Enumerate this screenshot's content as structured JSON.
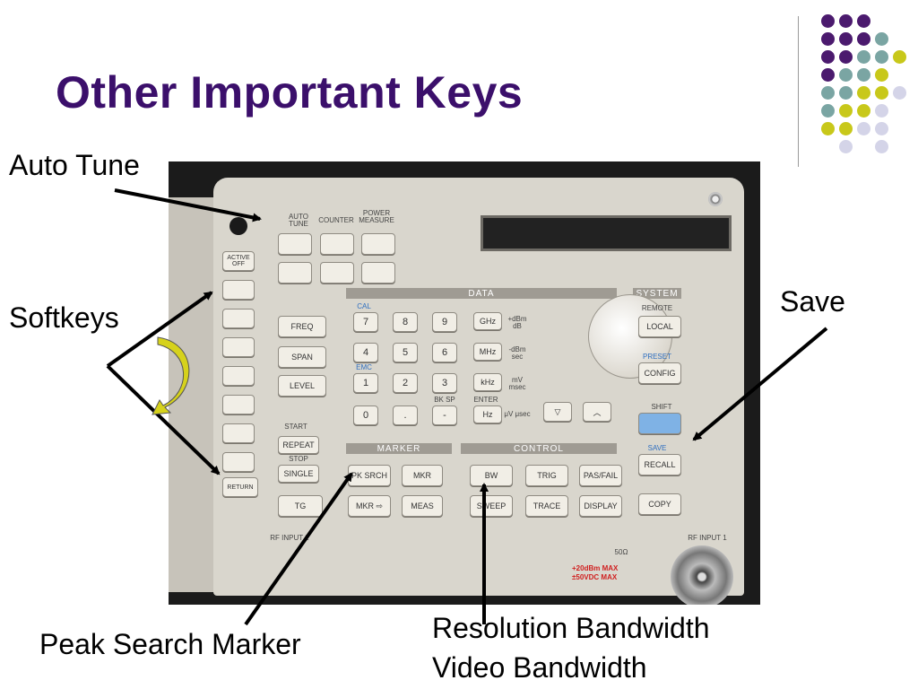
{
  "slide": {
    "title": "Other Important Keys"
  },
  "callouts": {
    "auto_tune": "Auto Tune",
    "softkeys": "Softkeys",
    "save": "Save",
    "peak_search": "Peak Search Marker",
    "rbw_line1": "Resolution Bandwidth",
    "rbw_line2": "Video Bandwidth"
  },
  "colors": {
    "title": "#3b0f6b",
    "dots_purple": "#4b1a6e",
    "dots_teal": "#7aa5a3",
    "dots_yellow": "#c8c81a",
    "dots_lavender": "#d4d4e8",
    "arrow": "#000000"
  },
  "instrument": {
    "top_keys": [
      "AUTO TUNE",
      "COUNTER",
      "POWER MEASURE"
    ],
    "softkeys": [
      "ACTIVE OFF",
      "RETURN"
    ],
    "data_band": "DATA",
    "system_band": "SYSTEM",
    "marker_band": "MARKER",
    "control_band": "CONTROL",
    "function_keys": [
      "FREQ",
      "SPAN",
      "LEVEL"
    ],
    "cal": "CAL",
    "emc": "EMC",
    "numpad": [
      "7",
      "8",
      "9",
      "4",
      "5",
      "6",
      "1",
      "2",
      "3",
      "0",
      ".",
      "-"
    ],
    "bk_sp": "BK SP",
    "enter": "ENTER",
    "units": [
      "GHz",
      "MHz",
      "kHz",
      "Hz"
    ],
    "unit_notes": [
      "+dBm dB",
      "-dBm sec",
      "mV msec",
      "μV μsec"
    ],
    "remote": "REMOTE",
    "local": "LOCAL",
    "preset": "PRESET",
    "config": "CONFIG",
    "shift": "SHIFT",
    "save": "SAVE",
    "recall": "RECALL",
    "copy": "COPY",
    "start": "START",
    "repeat": "REPEAT",
    "stop": "STOP",
    "single": "SINGLE",
    "tg": "TG",
    "marker_keys": [
      "PK SRCH",
      "MKR",
      "MKR ⇨",
      "MEAS"
    ],
    "control_keys": [
      "BW",
      "TRIG",
      "PAS/FAIL",
      "SWEEP",
      "TRACE",
      "DISPLAY"
    ],
    "rf_input_2": "RF INPUT 2",
    "rf_input_1": "RF INPUT 1",
    "ohm": "50Ω",
    "max1": "+20dBm MAX",
    "max2": "±50VDC MAX"
  }
}
